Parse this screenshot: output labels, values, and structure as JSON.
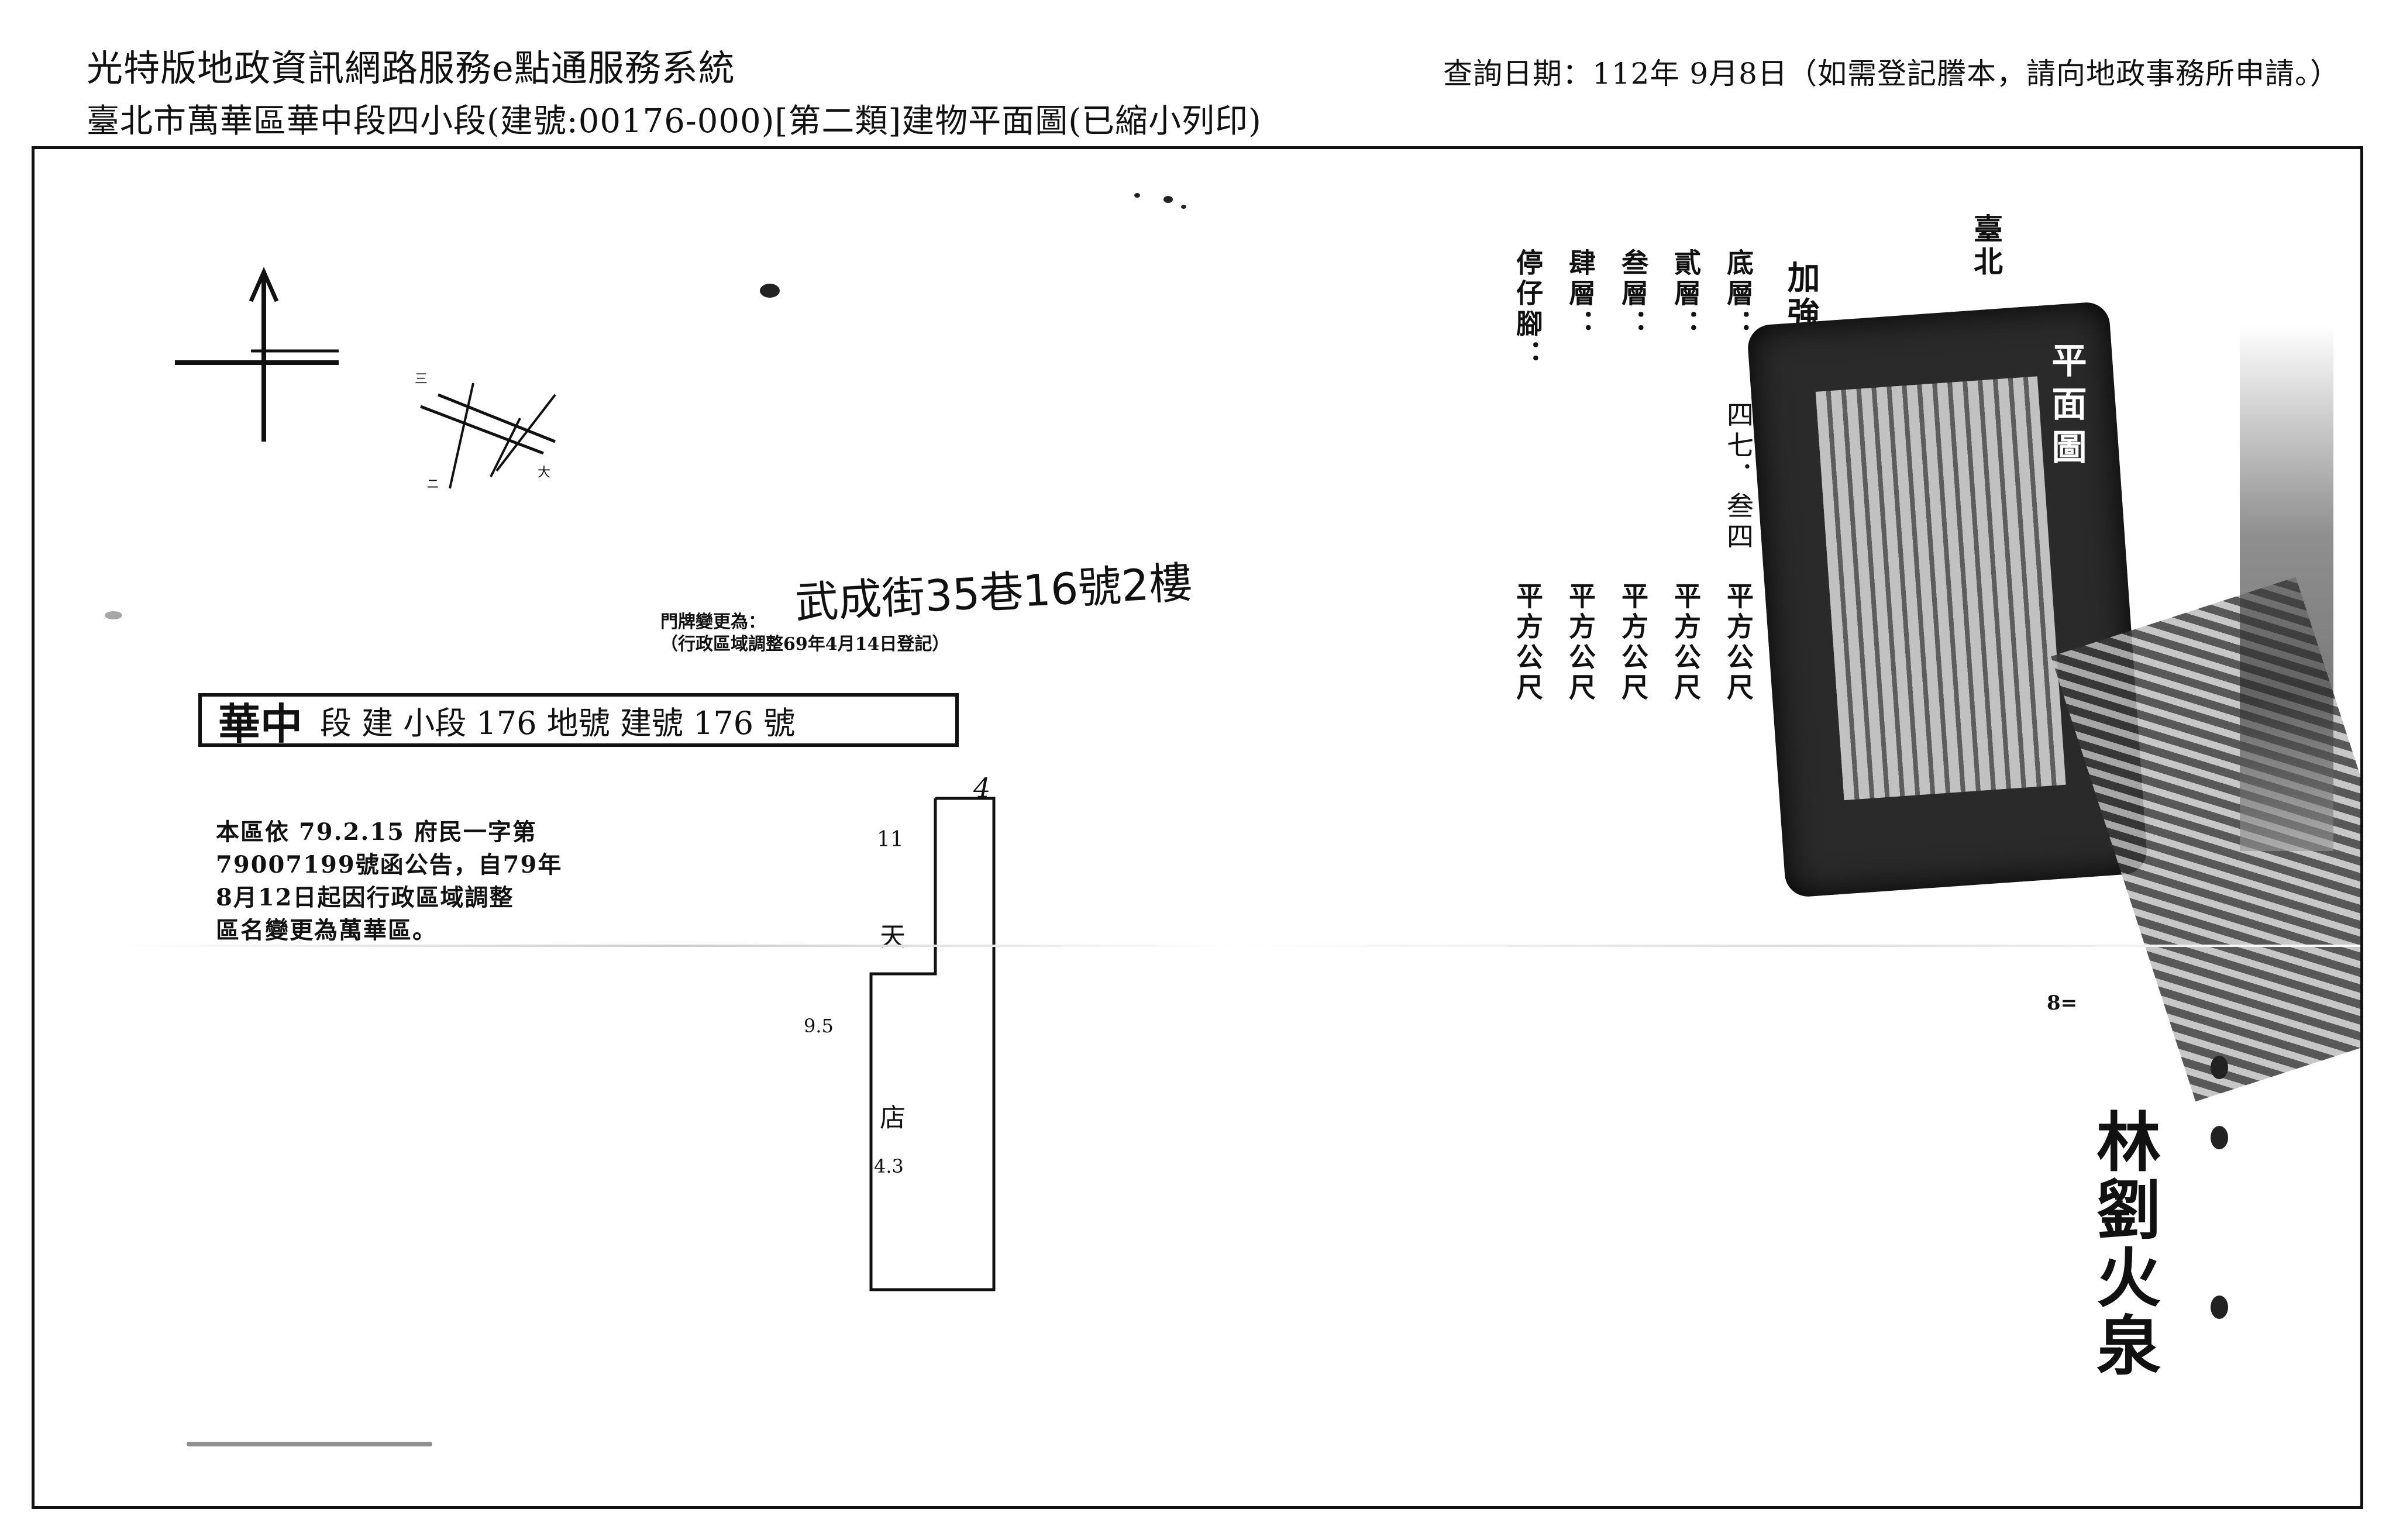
{
  "header": {
    "title": "光特版地政資訊網路服務e點通服務系統",
    "subtitle": "臺北市萬華區華中段四小段(建號:00176-000)[第二類]建物平面圖(已縮小列印)",
    "query_date": "查詢日期：112年 9月8日（如需登記謄本，請向地政事務所申請。）"
  },
  "document": {
    "door_change_label": "門牌變更為：",
    "door_change_note": "（行政區域調整69年4月14日登記）",
    "door_change_handwritten": "武成街35巷16號2樓",
    "label_box": {
      "section": "華中",
      "text": "段 建 小段 176 地號  建號 176 號"
    },
    "notice_lines": [
      "本區依 79.2.15 府民一字第",
      "79007199號函公告，自79年",
      "8月12日起因行政區域調整",
      "區名變更為萬華區。"
    ],
    "floor_area_labels": [
      {
        "floor": "底層：",
        "unit": "平方公尺",
        "value": "四七．叁四"
      },
      {
        "floor": "貳層：",
        "unit": "平方公尺",
        "value": ""
      },
      {
        "floor": "叁層：",
        "unit": "平方公尺",
        "value": ""
      },
      {
        "floor": "肆層：",
        "unit": "平方公尺",
        "value": ""
      },
      {
        "floor": "停仔腳：",
        "unit": "平方公尺",
        "value": ""
      }
    ],
    "structure_label": "加強磚造",
    "city_label": "臺北",
    "stamp_text": "平面圖",
    "scale_label": "8=",
    "bottom_right_signature": "林劉火泉",
    "plan_dims": {
      "right_top": "4",
      "top_left": "11",
      "middle": "天",
      "left": "9.5",
      "bottom_mid": "店",
      "bottom": "4.3"
    }
  }
}
